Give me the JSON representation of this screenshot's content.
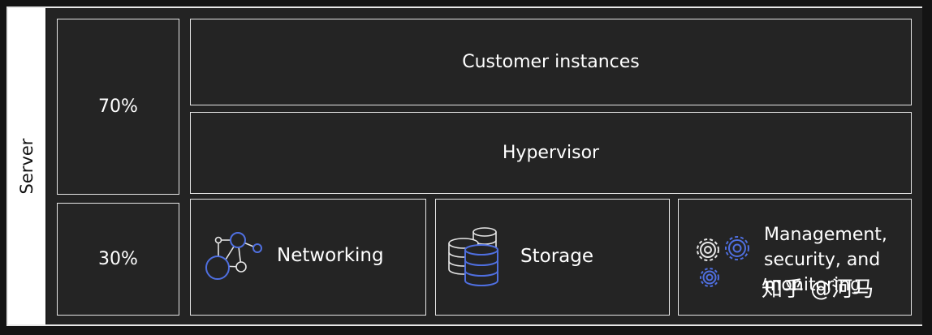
{
  "server_label": "Server",
  "pct_top": "70%",
  "pct_bottom": "30%",
  "layers": {
    "customer_instances": "Customer instances",
    "hypervisor": "Hypervisor"
  },
  "tiles": {
    "networking": "Networking",
    "storage": "Storage",
    "management_lines": [
      "Management,",
      "security, and",
      "monitoring"
    ]
  },
  "watermark": "知乎 @河马",
  "colors": {
    "background": "#1c1c1c",
    "border": "#e6e6e6",
    "icon_blue": "#4f6fe0",
    "icon_white": "#e6e6e6"
  }
}
